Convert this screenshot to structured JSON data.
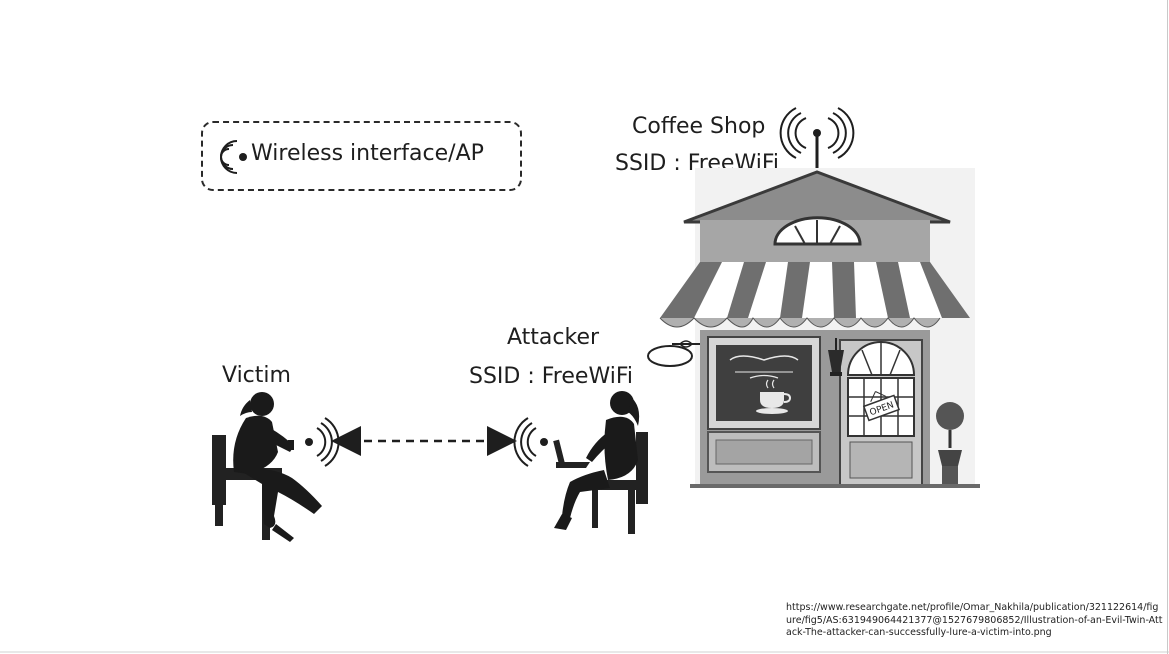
{
  "legend": {
    "label": "Wireless interface/AP",
    "icon": "wireless-ap-icon"
  },
  "coffee_shop": {
    "name": "Coffee Shop",
    "ssid": "SSID : FreeWiFi",
    "sign_text": "OPEN"
  },
  "attacker": {
    "name": "Attacker",
    "ssid": "SSID : FreeWiFi"
  },
  "victim": {
    "name": "Victim"
  },
  "connection": {
    "style": "dashed",
    "direction": "bidirectional"
  },
  "source_url": "https://www.researchgate.net/profile/Omar_Nakhila/publication/321122614/figure/fig5/AS:631949064421377@1527679806852/Illustration-of-an-Evil-Twin-Attack-The-attacker-can-successfully-lure-a-victim-into.png",
  "colors": {
    "ink": "#1e1e1e",
    "shop_gray": "#9a9a9a",
    "awning_dark": "#6f6f6f"
  }
}
